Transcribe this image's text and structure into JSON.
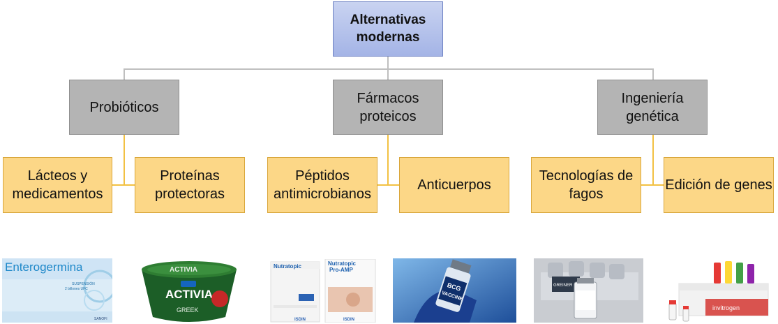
{
  "root": {
    "label_line1": "Alternativas",
    "label_line2": "modernas"
  },
  "categories": [
    {
      "line1": "Probióticos",
      "line2": ""
    },
    {
      "line1": "Fármacos",
      "line2": "proteicos"
    },
    {
      "line1": "Ingeniería",
      "line2": "genética"
    }
  ],
  "leaves": [
    {
      "line1": "Lácteos y",
      "line2": "medicamentos"
    },
    {
      "line1": "Proteínas",
      "line2": "protectoras"
    },
    {
      "line1": "Péptidos",
      "line2": "antimicrobianos"
    },
    {
      "line1": "Anticuerpos",
      "line2": ""
    },
    {
      "line1": "Tecnologías de",
      "line2": "fagos"
    },
    {
      "line1": "Edición de genes",
      "line2": ""
    }
  ],
  "photos": {
    "enterogermina": {
      "brand": "Enterogermina",
      "sub1": "SUSPENSIÓN",
      "sub2": "2 billones UFC",
      "maker": "SANOFI"
    },
    "activia": {
      "brand": "ACTIVIA",
      "sub": "GREEK"
    },
    "nutratopic": {
      "brand": "Nutratopic",
      "sub": "Pro-AMP",
      "maker": "ISDIN"
    },
    "bcg": {
      "label1": "BCG",
      "label2": "VACCINE"
    },
    "vials": {
      "maker": "GREINER"
    },
    "invitrogen": {
      "maker": "invitrogen"
    }
  },
  "colors": {
    "root": "#a4b4e6",
    "category": "#b4b4b4",
    "leaf": "#fcd787",
    "gray_line": "#bfbfbf",
    "gold_line": "#f2c143"
  }
}
